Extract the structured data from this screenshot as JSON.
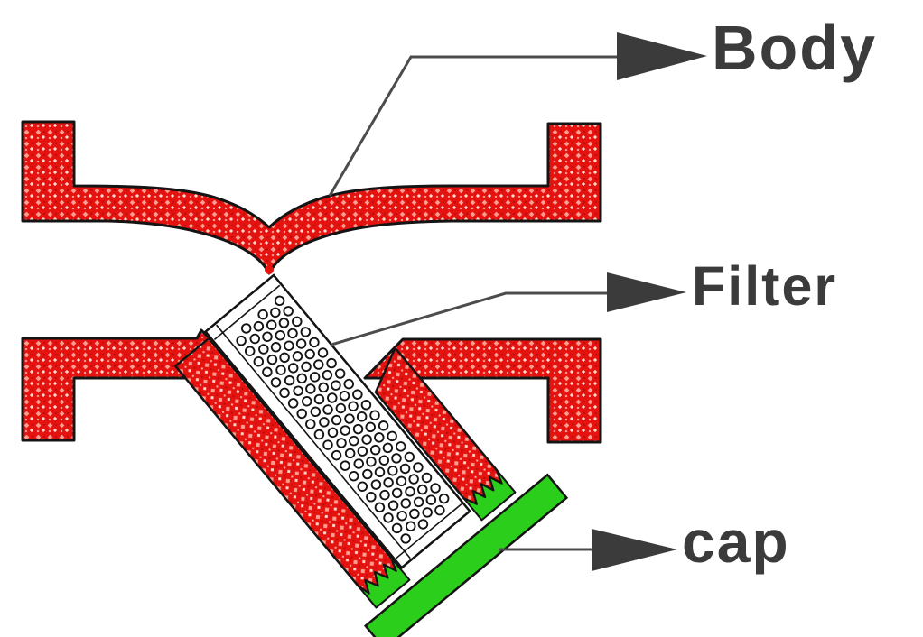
{
  "diagram": {
    "type": "y-strainer-cross-section",
    "labels": {
      "body": "Body",
      "filter": "Filter",
      "cap": "cap"
    },
    "colors": {
      "body_red": "#e41310",
      "body_speckle_light": "#ff9d90",
      "body_speckle_pale": "#ffd8cf",
      "cap_green": "#2bce1a",
      "filter_white": "#ffffff",
      "outline": "#141414",
      "leader_line": "#4c4c4c",
      "label_text": "#3b3b3b",
      "background": "#ffffff"
    }
  }
}
